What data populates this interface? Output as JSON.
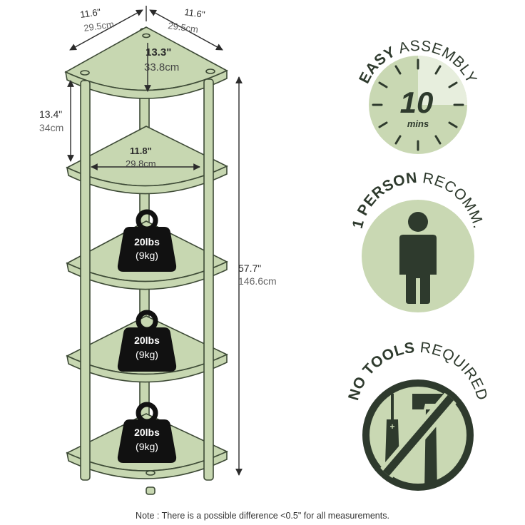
{
  "colors": {
    "shelf_fill": "#c7d7b1",
    "shelf_stroke": "#3d4a36",
    "badge_light": "#c9d8b3",
    "badge_dark": "#2e3a2d",
    "weight_fill": "#111111",
    "text_dark": "#2b2b2b"
  },
  "dimensions": {
    "left_depth": {
      "imperial": "11.6\"",
      "metric": "29.5cm"
    },
    "right_depth": {
      "imperial": "11.6\"",
      "metric": "29.5cm"
    },
    "top_diagonal": {
      "imperial": "13.3\"",
      "metric": "33.8cm"
    },
    "shelf_gap": {
      "imperial": "13.4\"",
      "metric": "34cm"
    },
    "shelf_width": {
      "imperial": "11.8\"",
      "metric": "29.8cm"
    },
    "total_height": {
      "imperial": "57.7\"",
      "metric": "146.6cm"
    }
  },
  "weights": [
    {
      "lbs": "20lbs",
      "kg": "(9kg)"
    },
    {
      "lbs": "20lbs",
      "kg": "(9kg)"
    },
    {
      "lbs": "20lbs",
      "kg": "(9kg)"
    }
  ],
  "badges": {
    "assembly": {
      "bold": "EASY",
      "light": "ASSEMBLY",
      "number": "10",
      "unit": "mins",
      "icon": "timer-icon"
    },
    "person": {
      "bold": "1 PERSON",
      "light": "RECOMM.",
      "icon": "person-icon"
    },
    "tools": {
      "bold": "NO TOOLS",
      "light": "REQUIRED",
      "icon": "no-tools-icon"
    }
  },
  "note": "Note : There is a possible difference <0.5\" for all measurements."
}
